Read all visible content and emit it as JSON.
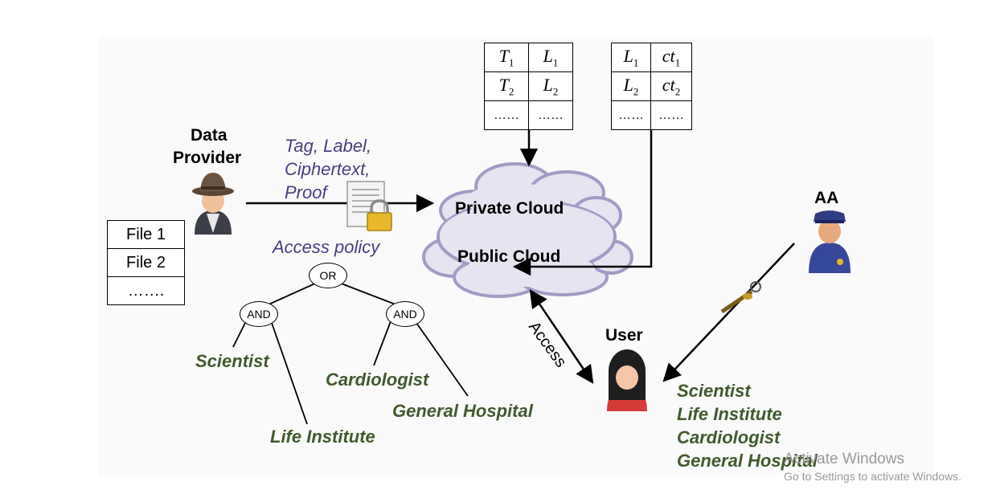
{
  "actors": {
    "data_provider": "Data\nProvider",
    "aa": "AA",
    "user": "User"
  },
  "upload_label": {
    "line1": "Tag, Label,",
    "line2": "Ciphertext,",
    "line3": "Proof"
  },
  "clouds": {
    "private": "Private Cloud",
    "public": "Public Cloud"
  },
  "access_label": "Access",
  "files": [
    "File 1",
    "File 2",
    "……."
  ],
  "tag_table": [
    {
      "a": "T",
      "a_sub": "1",
      "b": "L",
      "b_sub": "1"
    },
    {
      "a": "T",
      "a_sub": "2",
      "b": "L",
      "b_sub": "2"
    },
    {
      "a": "……",
      "a_sub": "",
      "b": "……",
      "b_sub": ""
    }
  ],
  "label_table": [
    {
      "a": "L",
      "a_sub": "1",
      "b": "ct",
      "b_sub": "1"
    },
    {
      "a": "L",
      "a_sub": "2",
      "b": "ct",
      "b_sub": "2"
    },
    {
      "a": "……",
      "a_sub": "",
      "b": "……",
      "b_sub": ""
    }
  ],
  "policy": {
    "title": "Access policy",
    "root": "OR",
    "left_gate": "AND",
    "right_gate": "AND",
    "leaves": [
      "Scientist",
      "Life Institute",
      "Cardiologist",
      "General Hospital"
    ]
  },
  "user_attributes": [
    "Scientist",
    "Life Institute",
    "Cardiologist",
    "General Hospital"
  ],
  "watermark": {
    "line1": "Activate Windows",
    "line2": "Go to Settings to activate Windows."
  },
  "colors": {
    "attribute_green": "#3f5a2c",
    "label_purple": "#4b3b85",
    "cloud_fill": "#e6e4f0",
    "cloud_edge": "#a49ac6"
  },
  "icons": [
    "detective-icon",
    "police-officer-icon",
    "woman-user-icon",
    "locked-document-icon",
    "key-icon"
  ]
}
